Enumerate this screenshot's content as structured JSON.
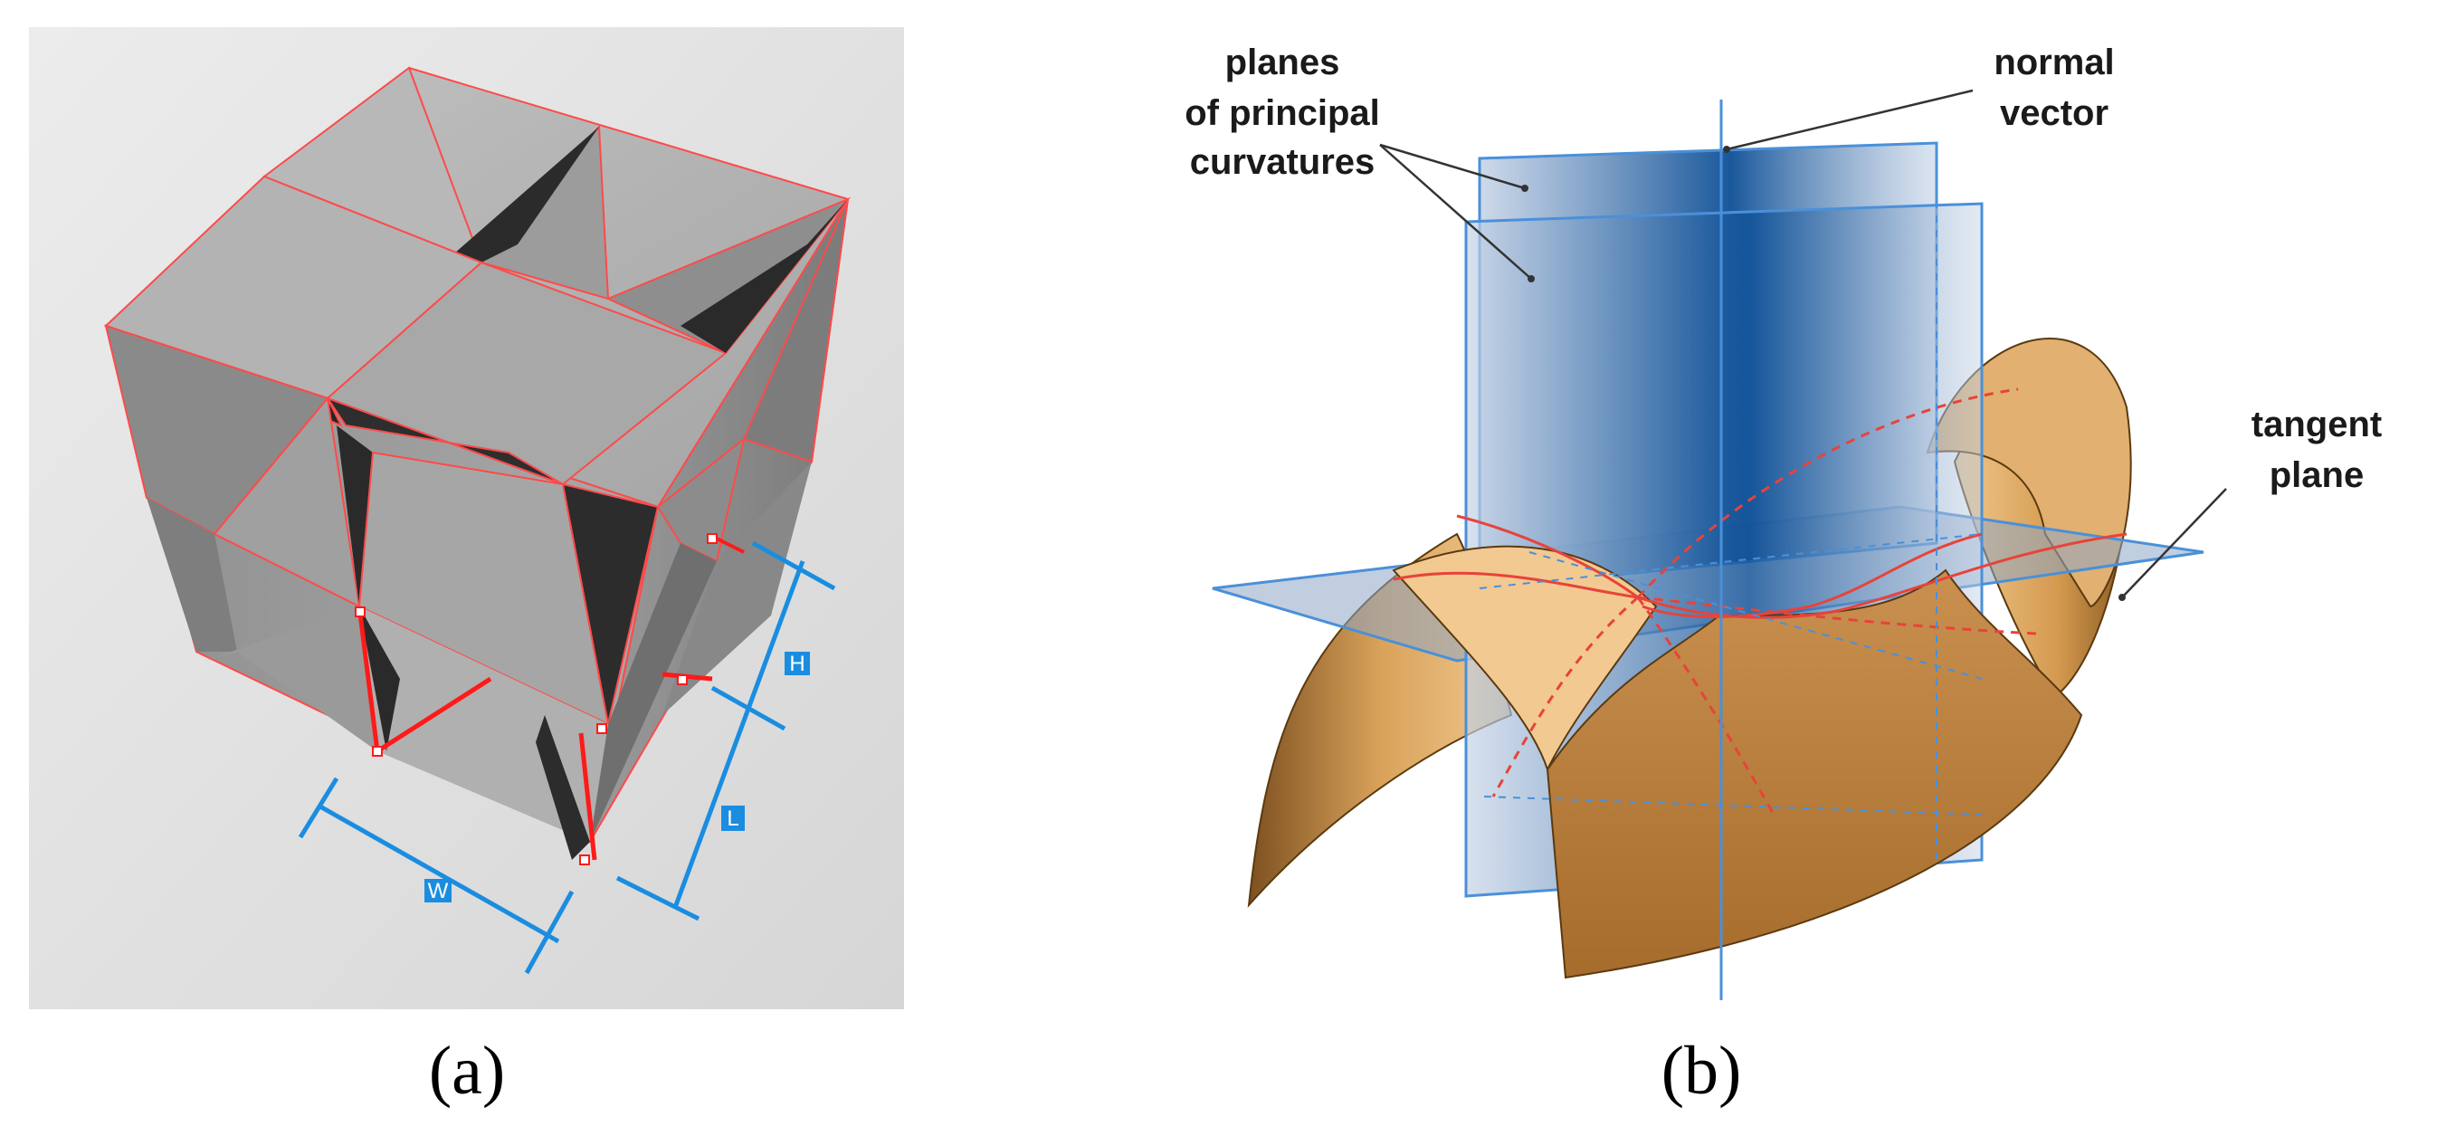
{
  "figure": {
    "panel_a": {
      "caption": "(a)",
      "dimension_labels": {
        "width": "W",
        "height": "H",
        "length": "L"
      },
      "colors": {
        "background": "#dedede",
        "cube_light": "#b0b0b0",
        "cube_mid": "#909090",
        "cube_dark": "#2a2a2a",
        "edge": "#ff3b3b",
        "dimension": "#1a8de0"
      }
    },
    "panel_b": {
      "caption": "(b)",
      "labels": {
        "planes_line1": "planes",
        "planes_line2": "of principal",
        "planes_line3": "curvatures",
        "normal_line1": "normal",
        "normal_line2": "vector",
        "tangent_line1": "tangent",
        "tangent_line2": "plane"
      },
      "colors": {
        "surface": "#d9a25a",
        "surface_dark": "#8a5a22",
        "plane": "#6f8fb8",
        "plane_deep": "#0d4f96",
        "edge_line": "#4a90d9",
        "curvature": "#e8433a"
      }
    }
  }
}
